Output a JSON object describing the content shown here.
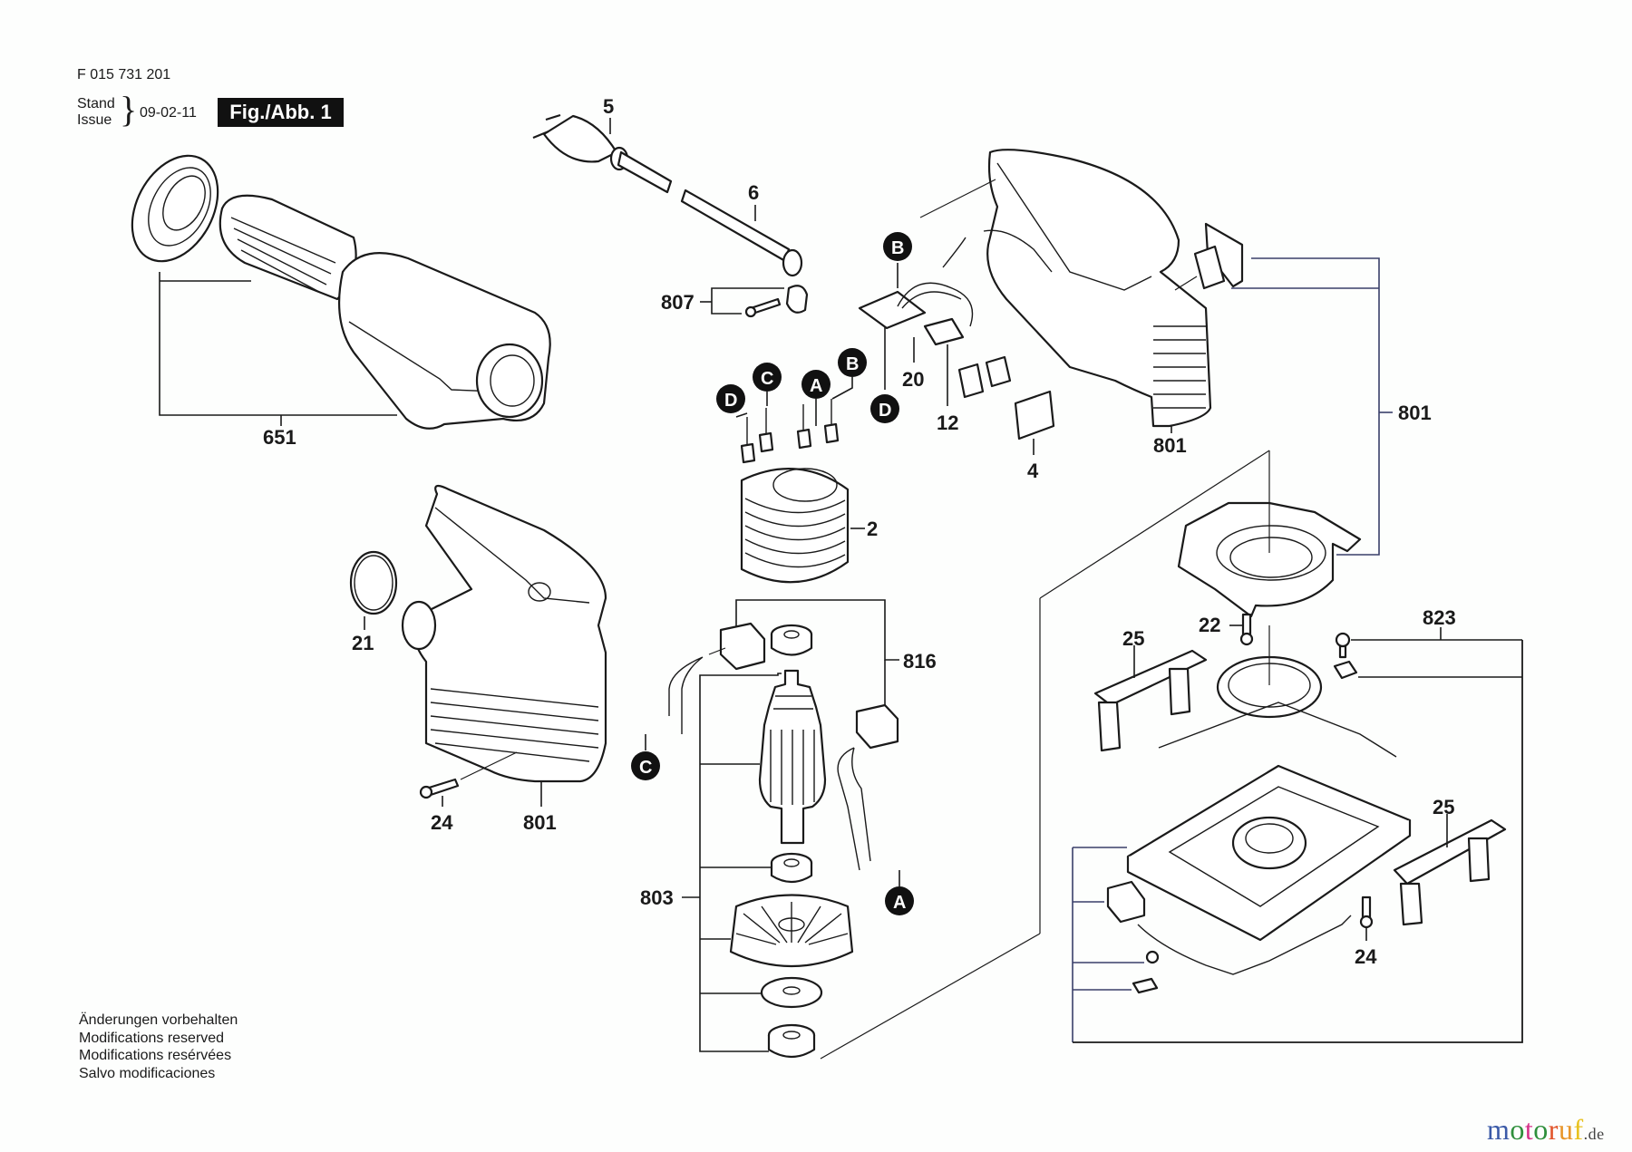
{
  "header": {
    "part_code": "F 015 731 201",
    "stand_label": "Stand",
    "issue_label": "Issue",
    "date": "09-02-11",
    "figure_label": "Fig./Abb. 1"
  },
  "notes": [
    "Änderungen vorbehalten",
    "Modifications reserved",
    "Modifications resérvées",
    "Salvo modificaciones"
  ],
  "watermark": {
    "letters": [
      {
        "char": "m",
        "color": "#3b5aa8"
      },
      {
        "char": "o",
        "color": "#2f8f3c"
      },
      {
        "char": "t",
        "color": "#d6338a"
      },
      {
        "char": "o",
        "color": "#2f8f3c"
      },
      {
        "char": "r",
        "color": "#e2552b"
      },
      {
        "char": "u",
        "color": "#e8962a"
      },
      {
        "char": "f",
        "color": "#e8c21f"
      }
    ],
    "suffix": ".de"
  },
  "part_labels": {
    "plug": "5",
    "cord": "6",
    "cord_clamp": "807",
    "switch_wiring": "20",
    "capacitor": "12",
    "switch": "4",
    "housing_top": "801",
    "housing_set": "801",
    "dust_box": "651",
    "field_coil": "2",
    "o_ring": "21",
    "screw_left": "24",
    "housing_left": "801",
    "brush_holder_set": "816",
    "armature_set": "803",
    "screw_22": "22",
    "clamp_set": "823",
    "clamp_left": "25",
    "clamp_right": "25",
    "screw_right": "24"
  },
  "connectors": {
    "b_top": "B",
    "b_mid": "B",
    "a_mid": "A",
    "c_mid": "C",
    "d_left": "D",
    "d_right": "D",
    "c_brush": "C",
    "a_brush": "A"
  }
}
